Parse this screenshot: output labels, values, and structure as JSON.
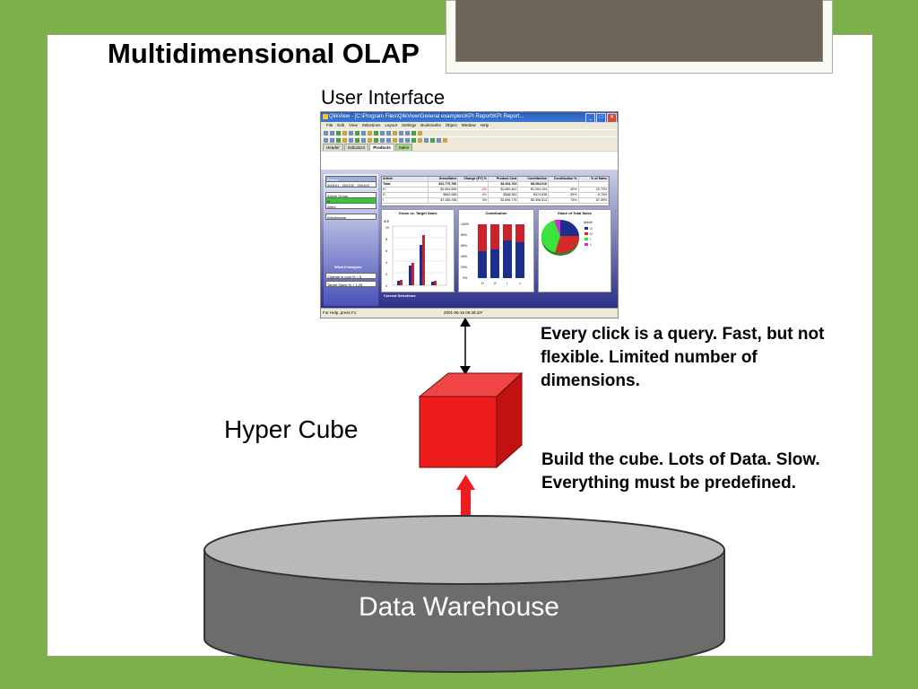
{
  "slide": {
    "title": "Multidimensional OLAP",
    "ui_label": "User Interface",
    "cube_label": "Hyper Cube",
    "dw_label": "Data Warehouse",
    "note_query": "Every click is a query. Fast, but not flexible. Limited number of dimensions.",
    "note_build": "Build the cube. Lots of Data. Slow. Everything must be predefined.",
    "colors": {
      "background": "#7bb04a",
      "cube": "#ee1c1c",
      "cylinder": "#6c6c6c",
      "arrow": "#ee1c1c"
    }
  },
  "qlikview": {
    "title": "QlikView - [C:\\Program Files\\QlikView\\General examples\\KPI Report\\KPI Report...",
    "menu": [
      "File",
      "Edit",
      "View",
      "Selections",
      "Layout",
      "Settings",
      "Bookmarks",
      "Object",
      "Window",
      "Help"
    ],
    "tabs": [
      "Header",
      "Indicators",
      "Products",
      "Sales"
    ],
    "active_tab": "Products",
    "left_panel": {
      "period_label": "Period",
      "period_value": "200101 ; 200102 ; 200103",
      "listboxes": [
        "Article Group",
        "H",
        "Artno",
        "Articlename"
      ],
      "what_if": "What-if analysis",
      "inputs": [
        "Change in cost %  =  5",
        "Target Sales %  =  1.25"
      ]
    },
    "table": {
      "columns": [
        "Article",
        "GrossSales",
        "Change (PY) %",
        "Product Cost",
        "Contribution",
        "Contribution %",
        "% of Sales"
      ],
      "rows": [
        [
          "Total",
          "$12,770,780",
          "",
          "$4,494,764",
          "$8,284,016",
          "",
          ""
        ],
        [
          "H",
          "$2,664,655",
          "-2%",
          "$1,660,461",
          "$1,004,194",
          "40%",
          "20.79%"
        ],
        [
          "G",
          "$862,988",
          "-8%",
          "$388,381",
          "$474,638",
          "55%",
          "6.75%"
        ],
        [
          "I",
          "$7,285,298",
          "3%",
          "$1,896,775",
          "$5,398,513",
          "74%",
          "57.39%"
        ]
      ]
    },
    "charts": {
      "gross_title": "Gross vs. Target Sales",
      "gross_unit": "M $",
      "gross_yticks": [
        "10",
        "8",
        "6",
        "4",
        "2",
        "0"
      ],
      "contrib_title": "Contribution",
      "contrib_yticks": [
        "100%",
        "80%",
        "60%",
        "40%",
        "20%",
        "0%"
      ],
      "contrib_x": [
        "H",
        "G",
        "I",
        "J"
      ],
      "share_title": "Share of Total Sales",
      "legend_title": "Article",
      "legend": [
        "G",
        "H",
        "I",
        "J"
      ]
    },
    "current_selections": "Current Selections",
    "status_left": "For Help, press F1",
    "status_mid": "2001-05-15 09:48:10*"
  }
}
